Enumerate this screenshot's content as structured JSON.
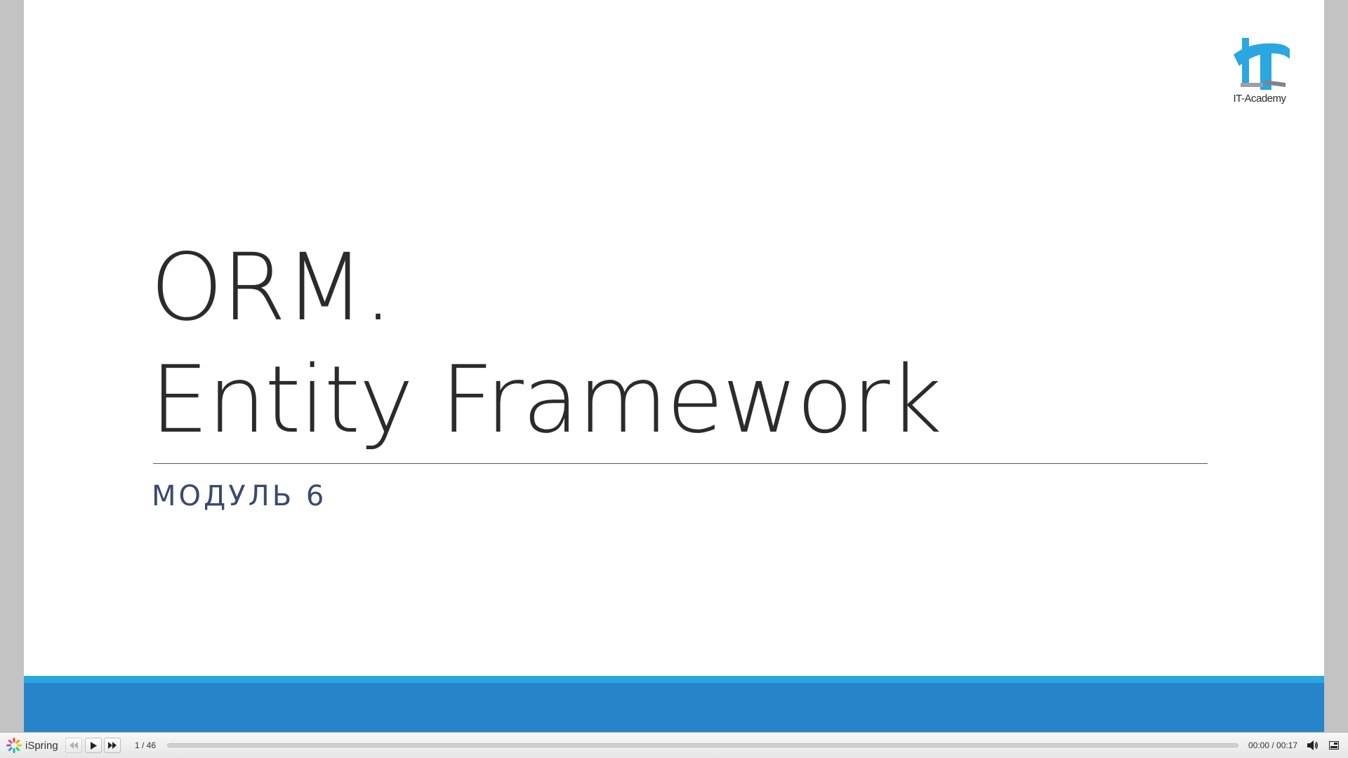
{
  "slide": {
    "logo": {
      "icon": "it-academy-logo-icon",
      "caption": "IT-Academy",
      "color": "#2aa6e0"
    },
    "title_line_1": "ORM.",
    "title_line_2": "Entity Framework",
    "subtitle": "МОДУЛЬ 6",
    "colors": {
      "band_light": "#2aa6e0",
      "band_dark": "#2784c8"
    }
  },
  "player": {
    "brand": "iSpring",
    "brand_icon": "ispring-flower-icon",
    "buttons": {
      "prev": "rewind-icon",
      "play": "play-icon",
      "next": "fast-forward-icon",
      "volume": "volume-icon",
      "outline": "outline-toggle-icon"
    },
    "slide_counter": "1 / 46",
    "progress": 0,
    "time": "00:00 / 00:17"
  }
}
